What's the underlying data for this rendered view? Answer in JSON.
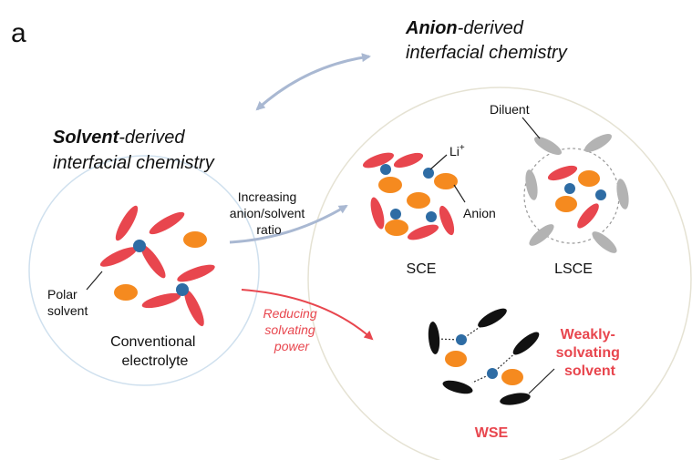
{
  "panel_label": "a",
  "anion_header": {
    "bold": "Anion",
    "rest": "-derived",
    "line2": "interfacial chemistry"
  },
  "solvent_header": {
    "bold": "Solvent",
    "rest": "-derived",
    "line2": "interfacial chemistry"
  },
  "arrow_blue_label": [
    "Increasing",
    "anion/solvent",
    "ratio"
  ],
  "arrow_red_label": [
    "Reducing",
    "solvating",
    "power"
  ],
  "conventional": {
    "polar_solvent": [
      "Polar",
      "solvent"
    ],
    "name": [
      "Conventional",
      "electrolyte"
    ]
  },
  "sce": {
    "name": "SCE",
    "li_label": "Li",
    "li_sup": "+",
    "anion_label": "Anion"
  },
  "lsce": {
    "name": "LSCE",
    "diluent_label": "Diluent"
  },
  "wse": {
    "name": "WSE",
    "solvent_label": [
      "Weakly-",
      "solvating",
      "solvent"
    ]
  },
  "colors": {
    "solvent_red": "#e8464e",
    "anion_orange": "#f58a1f",
    "li_blue": "#2e6ca4",
    "diluent_gray": "#b3b3b3",
    "weak_solvent_black": "#111111",
    "arrow_blue": "#a9b8d2",
    "arrow_red": "#e8464e",
    "circle_blue": "#cfe0ee",
    "circle_beige": "#e5e2d3"
  }
}
